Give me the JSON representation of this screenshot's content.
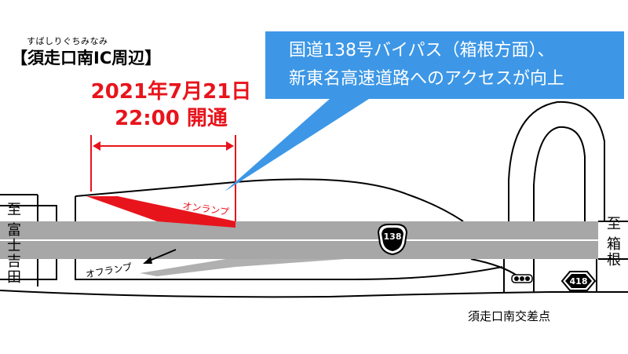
{
  "header": {
    "ruby": "すばしりぐちみなみ",
    "title": "【須走口南IC周辺】"
  },
  "opening": {
    "date_line": "2021年7月21日",
    "time_line": "22:00  開通"
  },
  "callout": {
    "line1": "国道138号バイパス（箱根方面）、",
    "line2": "新東名高速道路へのアクセスが向上"
  },
  "directions": {
    "west": [
      "至",
      "富",
      "士",
      "吉",
      "田"
    ],
    "east": [
      "至",
      "箱",
      "根"
    ]
  },
  "ramps": {
    "on_ramp": "オンランプ",
    "off_ramp": "オフランプ"
  },
  "routes": {
    "national_138": "138",
    "prefectural_418": "418"
  },
  "intersection": "須走口南交差点",
  "colors": {
    "new_ramp": "#e8141c",
    "callout_bg": "#3d97e6",
    "road": "#a7a7a7",
    "off_ramp_fill": "#b0b0b0"
  }
}
